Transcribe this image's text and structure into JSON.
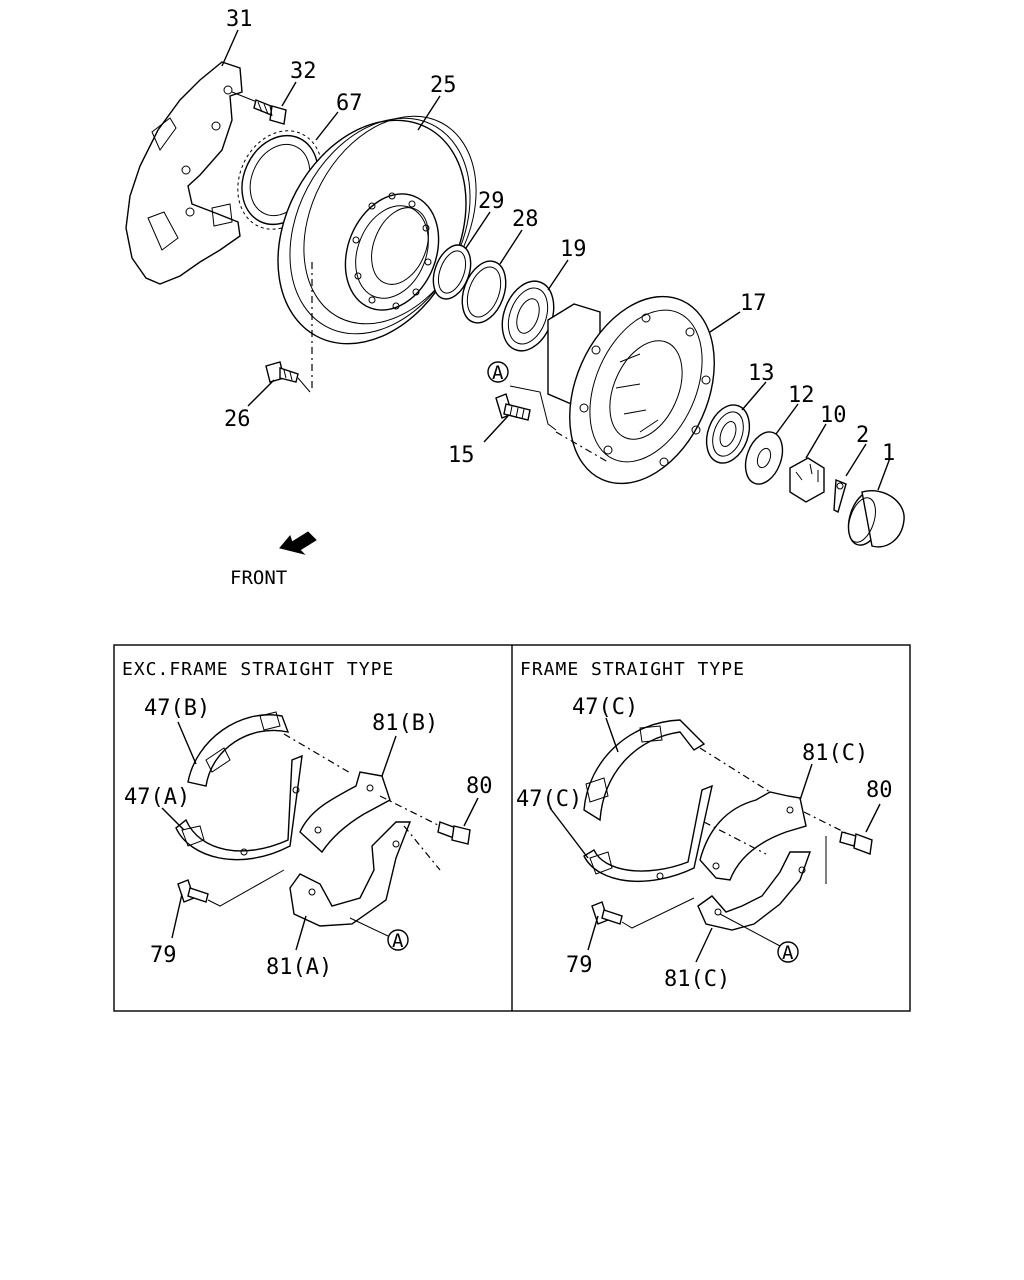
{
  "front_label": "FRONT",
  "ref_marker": "A",
  "main_callouts": {
    "c31": "31",
    "c32": "32",
    "c67": "67",
    "c25": "25",
    "c29": "29",
    "c28": "28",
    "c19": "19",
    "c17": "17",
    "c13": "13",
    "c12": "12",
    "c10": "10",
    "c2": "2",
    "c1": "1",
    "c26": "26",
    "c15": "15"
  },
  "panels": [
    {
      "title": "EXC.FRAME STRAIGHT TYPE",
      "callouts": {
        "a": "47(B)",
        "b": "47(A)",
        "c": "81(B)",
        "d": "80",
        "e": "79",
        "f": "81(A)"
      }
    },
    {
      "title": "FRAME STRAIGHT TYPE",
      "callouts": {
        "a": "47(C)",
        "b": "47(C)",
        "c": "81(C)",
        "d": "80",
        "e": "79",
        "f": "81(C)"
      }
    }
  ]
}
